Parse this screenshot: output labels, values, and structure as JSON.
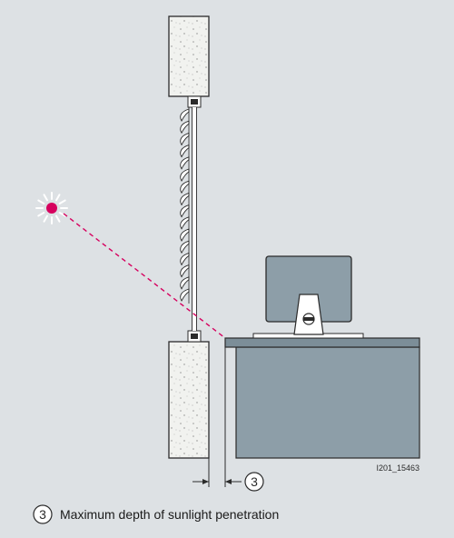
{
  "figure_id": "I201_15463",
  "callout": {
    "number": "3",
    "caption": "Maximum depth of sunlight penetration"
  },
  "colors": {
    "background": "#dde1e4",
    "concrete": "#f1f2ef",
    "desk": "#8d9ea8",
    "desk_top": "#7c8e98",
    "screen": "#8d9ea8",
    "sun": "#d6005e",
    "sun_line": "#d6005e",
    "outline": "#2b2b2b"
  }
}
